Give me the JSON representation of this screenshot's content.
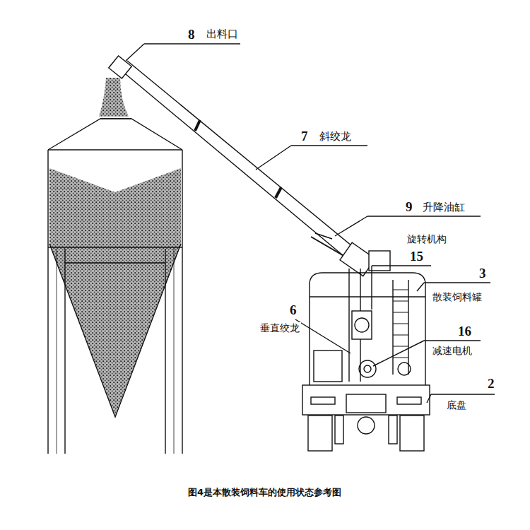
{
  "diagram": {
    "caption": "图4是本散装饲料车的使用状态参考图",
    "labels": [
      "8",
      "出料口",
      "7",
      "斜绞龙",
      "9",
      "升降油缸",
      "旋转机构",
      "15",
      "3",
      "散装饲料罐",
      "6",
      "垂直绞龙",
      "16",
      "减速电机",
      "2",
      "底盘"
    ]
  }
}
